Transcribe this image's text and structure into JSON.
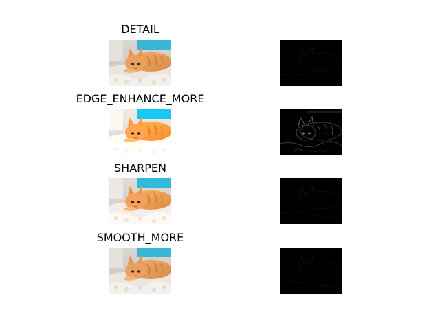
{
  "figure": {
    "panels": [
      {
        "title": "DETAIL",
        "difference_strength": "faint"
      },
      {
        "title": "EDGE_ENHANCE_MORE",
        "difference_strength": "visible"
      },
      {
        "title": "SHARPEN",
        "difference_strength": "faint"
      },
      {
        "title": "SMOOTH_MORE",
        "difference_strength": "faint"
      }
    ]
  },
  "colors": {
    "background": "#ffffff",
    "title_text": "#000000",
    "difference_background": "#000000",
    "cat_fur": "#e69a55",
    "carpet": "#ece6de",
    "wall_accent": "#38b6d6"
  }
}
